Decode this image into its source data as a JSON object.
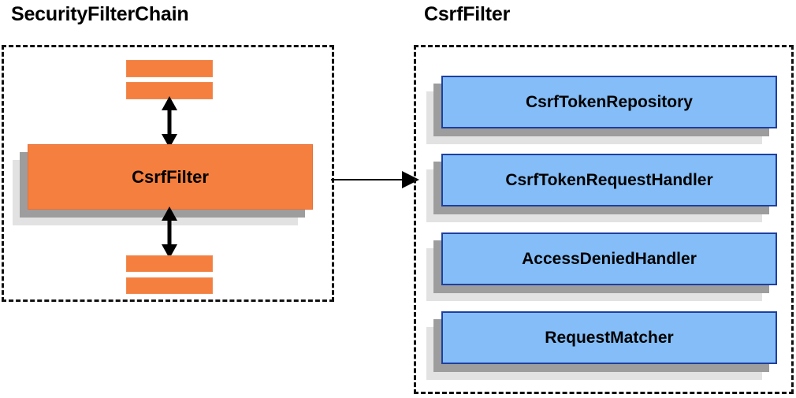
{
  "diagram": {
    "type": "component-relationship-diagram",
    "background": "#ffffff",
    "colors": {
      "filter_box_fill": "#f57f3e",
      "filter_box_border": "#e8703a",
      "collaborator_fill": "#84bdf7",
      "collaborator_border": "#1f3fa0",
      "shadow_dark": "#9d9d9d",
      "shadow_light": "#e2e2e2",
      "panel_border": "#111111",
      "text": "#000000",
      "arrow": "#000000"
    }
  },
  "panels": {
    "left": {
      "title": "SecurityFilterChain",
      "border_style": "dashed",
      "main_box": {
        "label": "CsrfFilter",
        "style": "orange-layered"
      },
      "stub_bars": {
        "count_above": 2,
        "count_below": 2,
        "label": ""
      },
      "arrows": [
        {
          "name": "filter-chain-above",
          "direction": "bidirectional",
          "orientation": "vertical"
        },
        {
          "name": "filter-chain-below",
          "direction": "bidirectional",
          "orientation": "vertical"
        }
      ]
    },
    "right": {
      "title": "CsrfFilter",
      "border_style": "dashed",
      "collaborators": [
        {
          "label": "CsrfTokenRepository"
        },
        {
          "label": "CsrfTokenRequestHandler"
        },
        {
          "label": "AccessDeniedHandler"
        },
        {
          "label": "RequestMatcher"
        }
      ]
    }
  },
  "connector": {
    "name": "csrffilter-expansion-arrow",
    "direction": "left-to-right",
    "from": "CsrfFilter",
    "to": "CsrfFilter detail panel",
    "label": ""
  }
}
